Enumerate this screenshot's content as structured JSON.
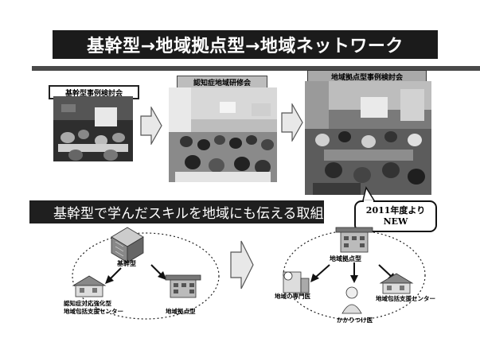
{
  "title": "基幹型→地域拠点型→地域ネットワーク",
  "stages": [
    {
      "label": "基幹型事例検討会"
    },
    {
      "label": "認知症地域研修会"
    },
    {
      "label": "地域拠点型事例検討会"
    }
  ],
  "skill_banner": "基幹型で学んだスキルを地域にも伝える取組み",
  "callout": {
    "line1": "2011年度より",
    "line2": "NEW"
  },
  "left_network": {
    "core": "基幹型",
    "left_node_line1": "認知症対応強化型",
    "left_node_line2": "地域包括支援センター",
    "right_node": "地域拠点型"
  },
  "right_network": {
    "core": "地域拠点型",
    "left_node": "地域の専門医",
    "center_node": "かかりつけ医",
    "right_node": "地域包括支援センター"
  },
  "colors": {
    "banner": "#1b1b1b",
    "arrow_fill": "#e8e8e8",
    "arrow_stroke": "#555555"
  }
}
